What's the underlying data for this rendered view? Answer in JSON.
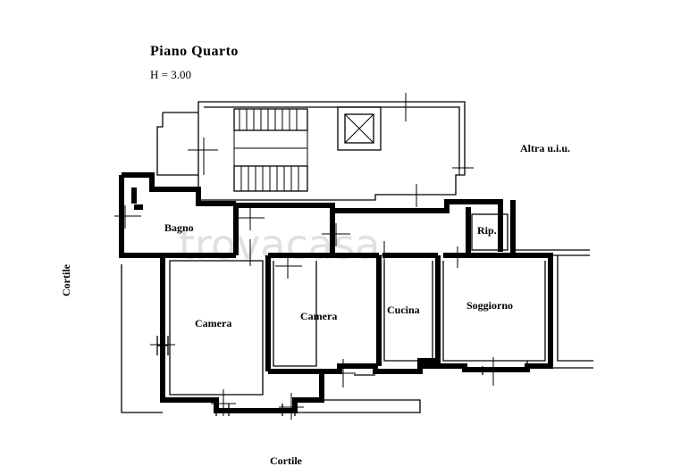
{
  "plan": {
    "title": "Piano Quarto",
    "height_note": "H = 3.00",
    "rooms": {
      "bagno": "Bagno",
      "rip": "Rip.",
      "camera_1": "Camera",
      "camera_2": "Camera",
      "cucina": "Cucina",
      "soggiorno": "Soggiorno"
    },
    "neighbor": "Altra u.i.u.",
    "courtyard_left": "Cortile",
    "courtyard_bottom": "Cortile",
    "watermark": "trovacasa"
  }
}
